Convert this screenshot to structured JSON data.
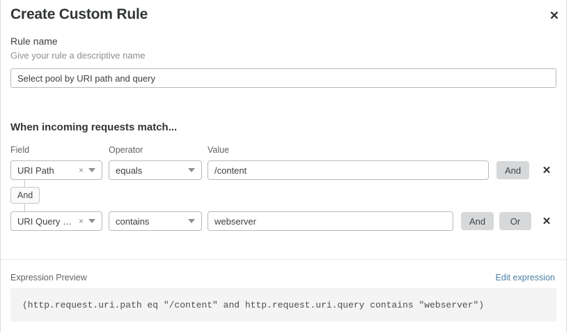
{
  "dialog": {
    "title": "Create Custom Rule",
    "close_icon": "close-icon"
  },
  "rule_name": {
    "label": "Rule name",
    "help": "Give your rule a descriptive name",
    "value": "Select pool by URI path and query",
    "placeholder": "Select pool by URI path and query"
  },
  "conditions": {
    "section_heading": "When incoming requests match...",
    "columns": {
      "field": "Field",
      "operator": "Operator",
      "value": "Value"
    },
    "connector": {
      "label": "And"
    },
    "rows": [
      {
        "field": "URI Path",
        "field_clear_icon": "clear-icon",
        "field_caret_icon": "chevron-down-icon",
        "operator": "equals",
        "operator_caret_icon": "chevron-down-icon",
        "value": "/content",
        "logic_buttons": [
          "And"
        ],
        "delete_icon": "close-icon"
      },
      {
        "field": "URI Query St...",
        "field_clear_icon": "clear-icon",
        "field_caret_icon": "chevron-down-icon",
        "operator": "contains",
        "operator_caret_icon": "chevron-down-icon",
        "value": "webserver",
        "logic_buttons": [
          "And",
          "Or"
        ],
        "delete_icon": "close-icon"
      }
    ]
  },
  "expression": {
    "label": "Expression Preview",
    "edit_link": "Edit expression",
    "code": "(http.request.uri.path eq \"/content\" and http.request.uri.query contains \"webserver\")"
  },
  "colors": {
    "link": "#4a7fa5",
    "logic_button_bg": "#d6d8d9",
    "code_bg": "#f4f4f4",
    "border": "#b6babb"
  }
}
